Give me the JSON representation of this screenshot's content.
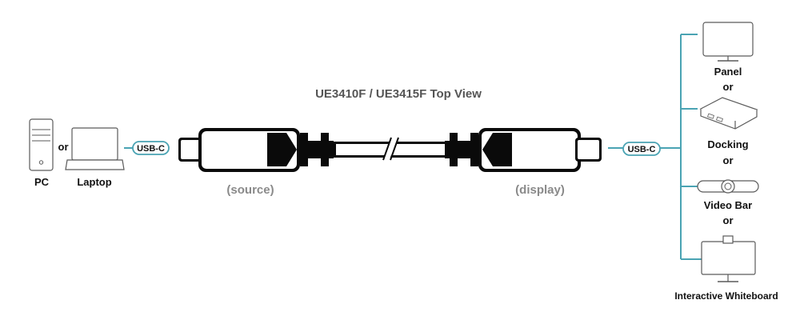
{
  "title": "UE3410F / UE3415F Top View",
  "source_label": "(source)",
  "display_label": "(display)",
  "left": {
    "pc_label": "PC",
    "or_label": "or",
    "laptop_label": "Laptop",
    "port_label": "USB-C"
  },
  "right": {
    "port_label": "USB-C",
    "panel_label": "Panel",
    "or_1": "or",
    "docking_label": "Docking",
    "or_2": "or",
    "video_bar_label": "Video Bar",
    "or_3": "or",
    "whiteboard_label": "Interactive Whiteboard"
  },
  "colors": {
    "connection_line": "#4aa3b3",
    "cable": "#0a0a0a",
    "device_outline": "#5a5a5a"
  }
}
